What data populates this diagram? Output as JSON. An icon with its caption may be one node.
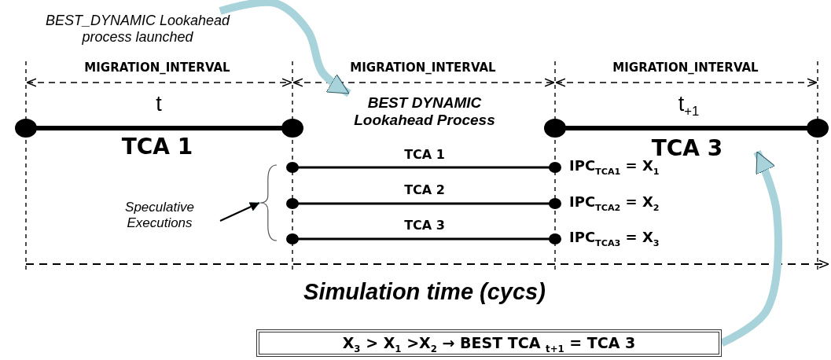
{
  "diagram": {
    "nodes": [
      {
        "text": [
          "BEST_DYNAMIC Lookahead process launched"
        ]
      },
      {
        "text": [
          "BEST DYNAMIC Lookahead Process"
        ]
      },
      {
        "text": [
          "TCA 3"
        ]
      },
      {
        "text": [
          "Speculative Executions"
        ]
      },
      {
        "text": [],
        "shape": "brace"
      },
      {
        "text": [
          "X$_{3}$ > X$_{1}$ >X$_{2}$ → BEST TCA $_{t+1}$ = TCA 3"
        ]
      }
    ],
    "edges": [
      {
        "from": 0,
        "to": 1,
        "arrow": "to"
      },
      {
        "from": 3,
        "to": 4,
        "arrow": "to",
        "color": "#000000"
      },
      {
        "from": 5,
        "to": 2,
        "arrow": "to"
      }
    ],
    "labels": [
      "MIGRATION_INTERVAL",
      "MIGRATION_INTERVAL",
      "MIGRATION_INTERVAL",
      "t",
      "t$_{+1}$",
      "TCA 1",
      "TCA 1",
      "IPC$_{TCA1}$ = X$_{1}$",
      "TCA 2",
      "IPC$_{TCA2}$ = X$_{2}$",
      "TCA 3",
      "IPC$_{TCA3}$ = X$_{3}$",
      "Simulation time (cycs)"
    ]
  }
}
